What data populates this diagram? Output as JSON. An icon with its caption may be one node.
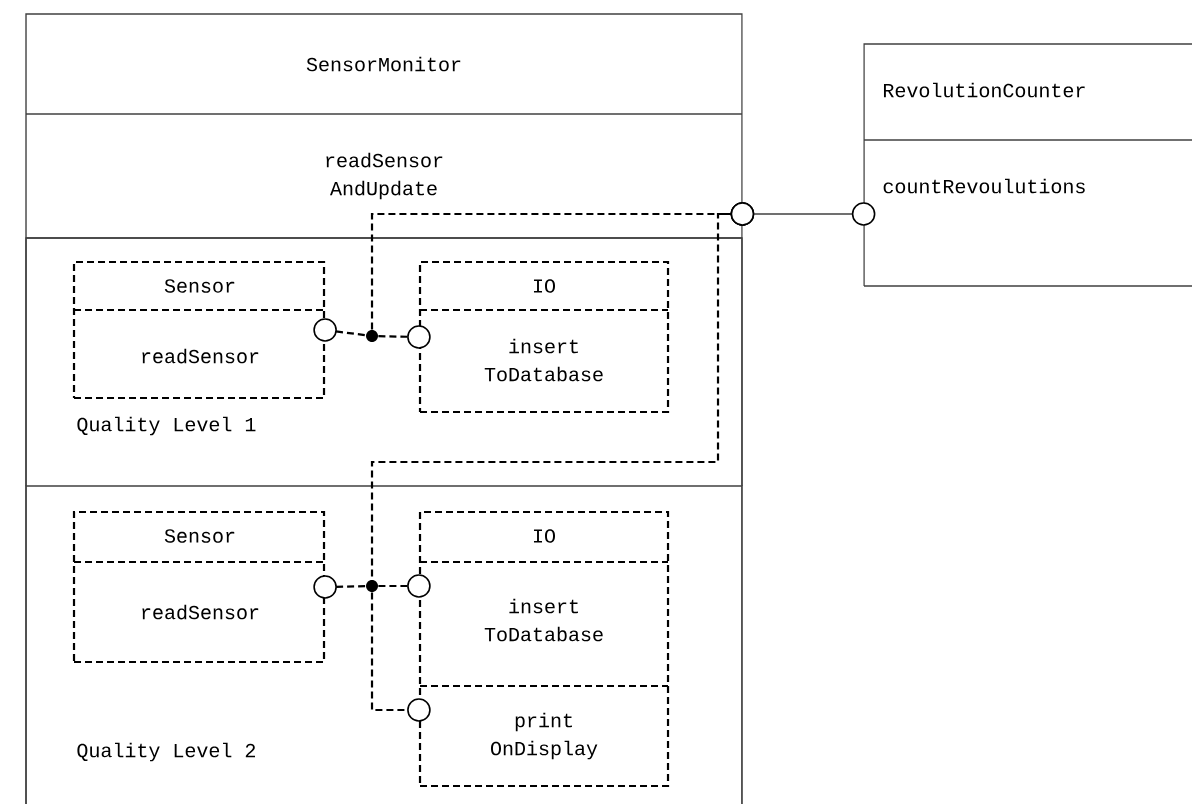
{
  "diagram": {
    "nodes": [
      {
        "text": [
          "SensorMonitor",
          "readSensor AndUpdate"
        ]
      },
      {
        "text": [
          "Quality Level 1"
        ],
        "in": 0
      },
      {
        "text": [
          "Sensor",
          "readSensor"
        ],
        "in": 1
      },
      {
        "text": [
          "IO",
          "insert ToDatabase"
        ],
        "in": 1
      },
      {
        "text": [
          "Quality Level 2"
        ],
        "in": 0
      },
      {
        "text": [
          "Sensor",
          "readSensor"
        ],
        "in": 4
      },
      {
        "text": [
          "IO",
          "insert ToDatabase",
          "print OnDisplay"
        ],
        "in": 4
      },
      {
        "text": [
          "RevolutionCounter",
          "countRevoulutions"
        ]
      },
      {
        "text": [],
        "shape": "circle",
        "in": 1
      },
      {
        "text": [],
        "shape": "circle",
        "in": 4
      }
    ],
    "edges": [
      {
        "from": 2,
        "to": 8,
        "arrow": "other",
        "style": "dashed"
      },
      {
        "from": 8,
        "to": 3,
        "arrow": "other",
        "style": "dashed"
      },
      {
        "from": 8,
        "to": 0,
        "arrow": "other",
        "style": "dashed"
      },
      {
        "from": 0,
        "to": 9,
        "arrow": "other",
        "style": "dashed"
      },
      {
        "from": 5,
        "to": 9,
        "arrow": "other",
        "style": "dashed"
      },
      {
        "from": 9,
        "to": 6,
        "arrow": "other",
        "style": "dashed"
      },
      {
        "from": 9,
        "to": 6,
        "arrow": "other",
        "style": "dashed"
      },
      {
        "from": 0,
        "to": 7,
        "arrow": "other"
      }
    ]
  }
}
